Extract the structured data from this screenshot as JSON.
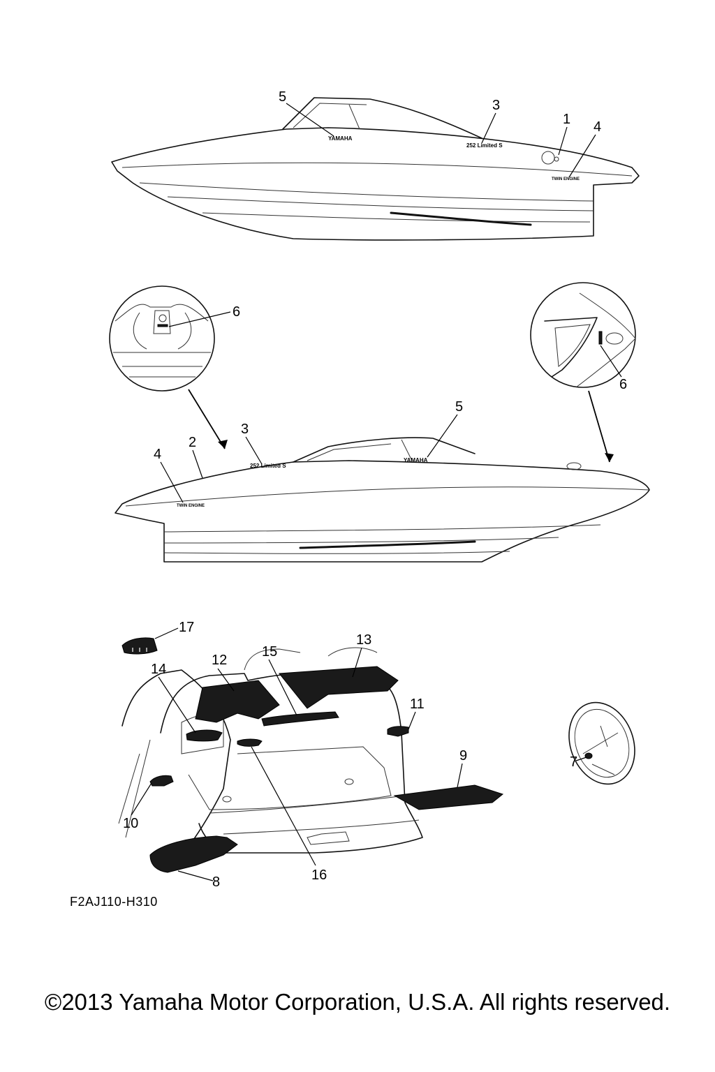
{
  "diagram_code": "F2AJ110-H310",
  "copyright": "©2013 Yamaha Motor Corporation, U.S.A. All rights reserved.",
  "decals": {
    "yamaha": "YAMAHA",
    "model": "252 Limited S",
    "twin": "TWIN ENGINE"
  },
  "callouts": {
    "c1": "1",
    "c2": "2",
    "c3": "3",
    "c4": "4",
    "c5": "5",
    "c6": "6",
    "c7": "7",
    "c8": "8",
    "c9": "9",
    "c10": "10",
    "c11": "11",
    "c12": "12",
    "c13": "13",
    "c14": "14",
    "c15": "15",
    "c16": "16",
    "c17": "17"
  }
}
